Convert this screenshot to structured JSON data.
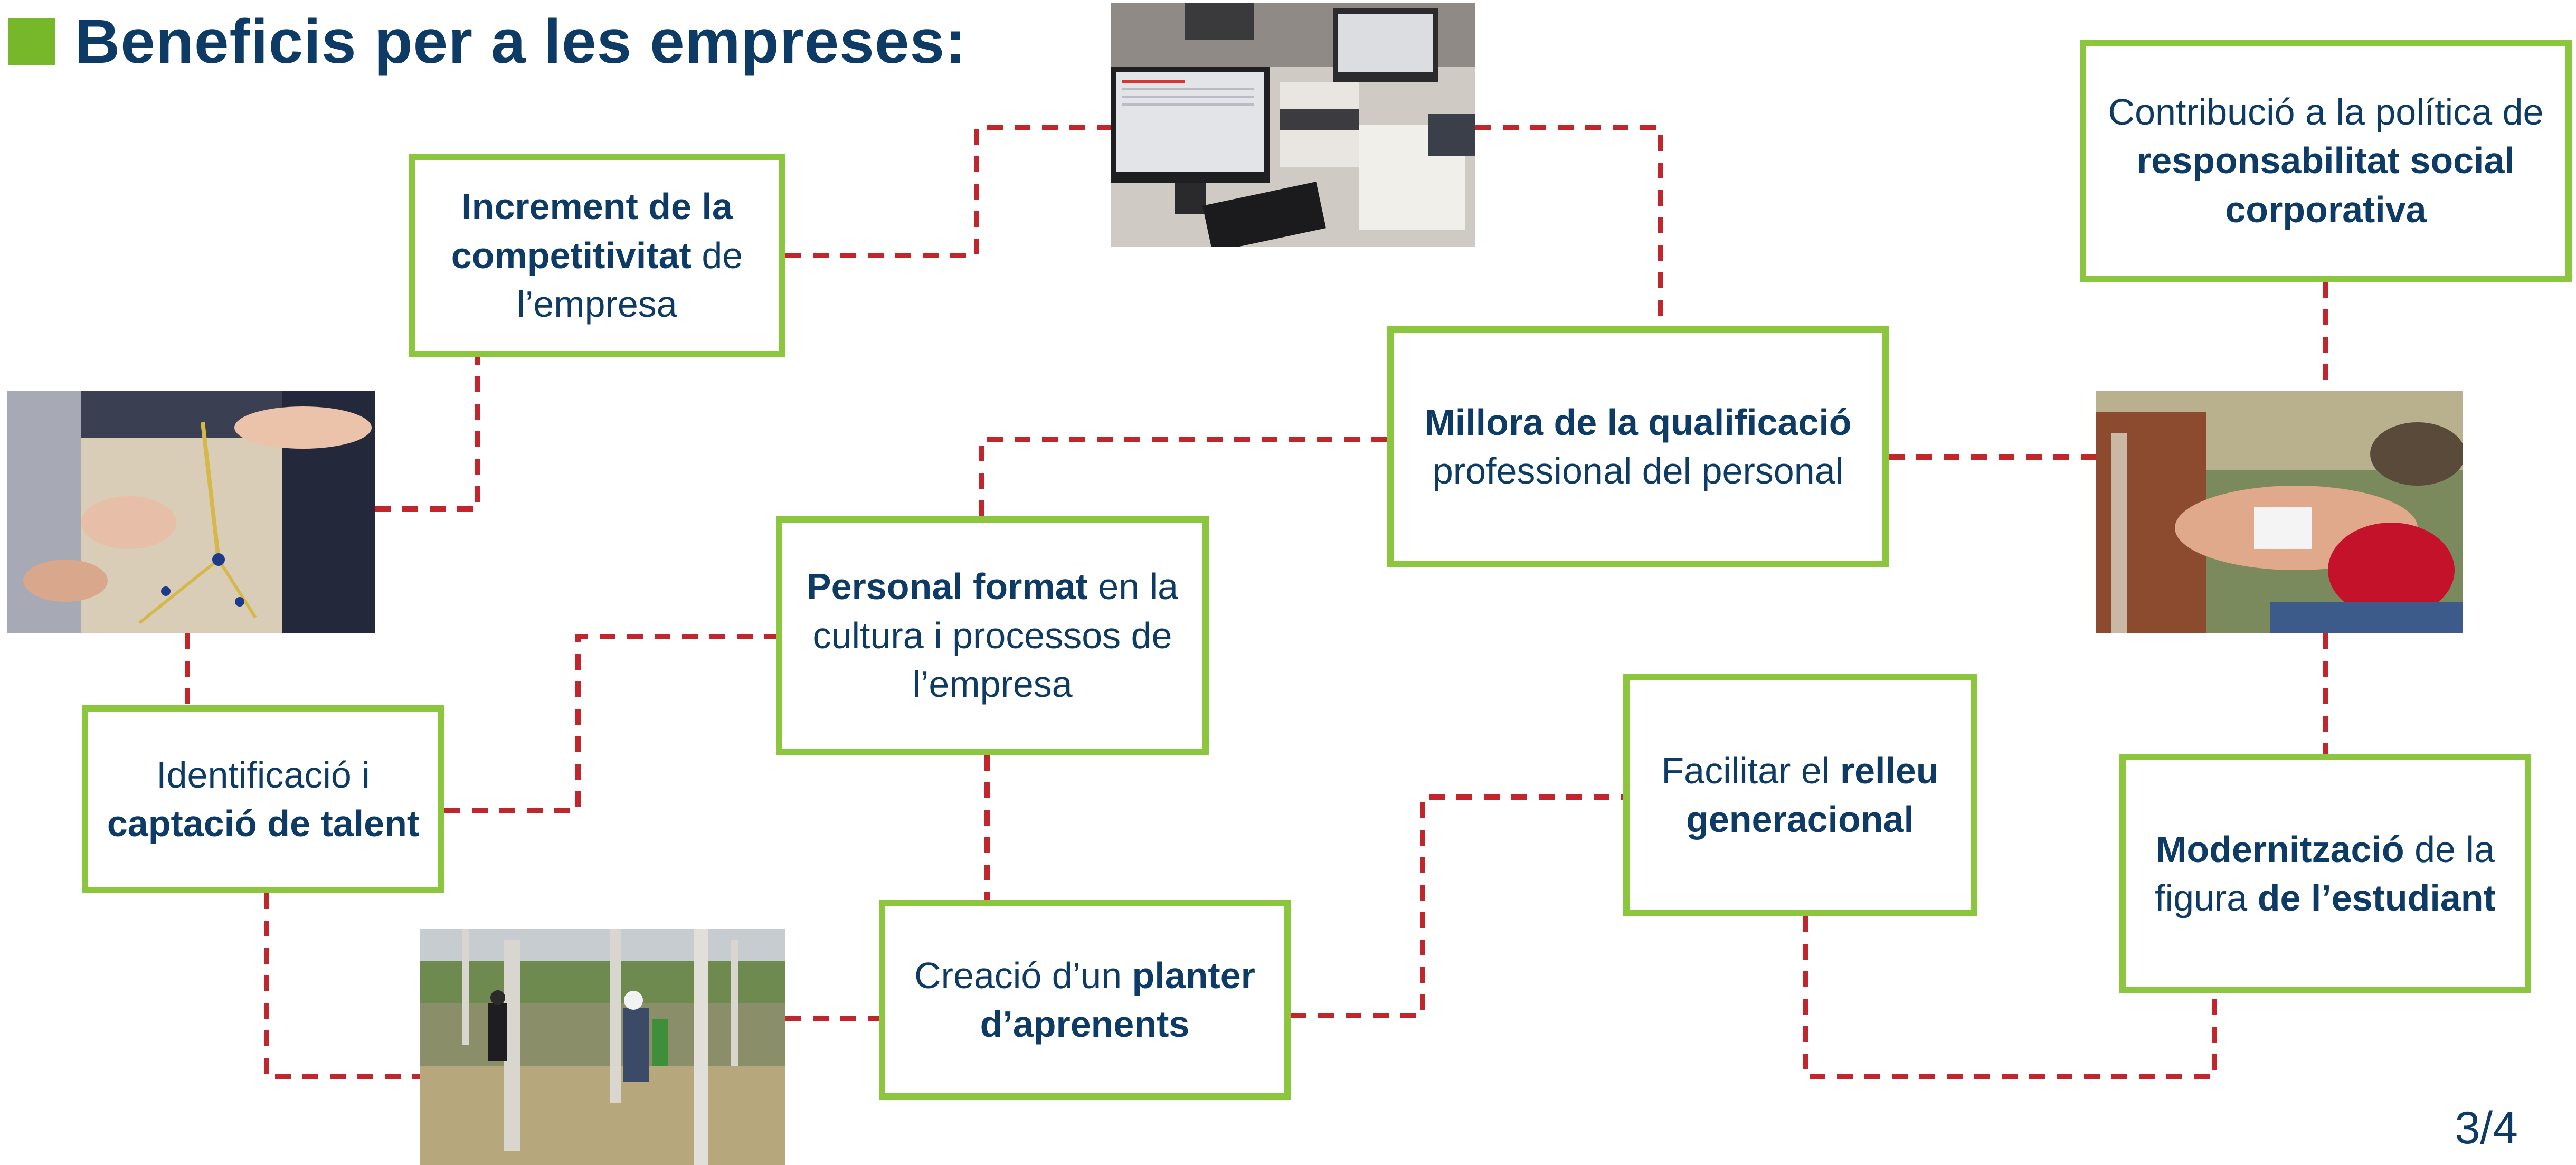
{
  "slide": {
    "title": "Beneficis per a les empreses:",
    "page_number": "3/4"
  },
  "colors": {
    "title_text": "#0d3b66",
    "box_border": "#8cc63f",
    "title_square": "#76b82a",
    "connector": "#c0262b"
  },
  "boxes": {
    "competitivitat": {
      "bold1": "Increment de la competitivitat",
      "text2": " de l’empresa"
    },
    "qualificacio": {
      "bold1": "Millora de la qualificació",
      "text2": " professional del personal"
    },
    "rsc": {
      "text1": "Contribució a la política de ",
      "bold2": "responsabilitat social corporativa"
    },
    "personal_format": {
      "bold1": "Personal format",
      "text2": " en la cultura i processos de l’empresa"
    },
    "talent": {
      "text1": "Identificació i ",
      "bold2": "captació de talent"
    },
    "relleu": {
      "text1": "Facilitar el ",
      "bold2": "relleu generacional"
    },
    "modernitzacio": {
      "bold1": "Modernització",
      "text2": " de la figura ",
      "bold3": "de l’estudiant"
    },
    "planter": {
      "text1": "Creació d’un ",
      "bold2": "planter d’aprenents"
    }
  },
  "photos": {
    "computers": "computer-workstation-photo",
    "students": "students-building-structure-photo",
    "firstaid": "first-aid-bandage-photo",
    "field": "utility-pole-training-photo"
  }
}
